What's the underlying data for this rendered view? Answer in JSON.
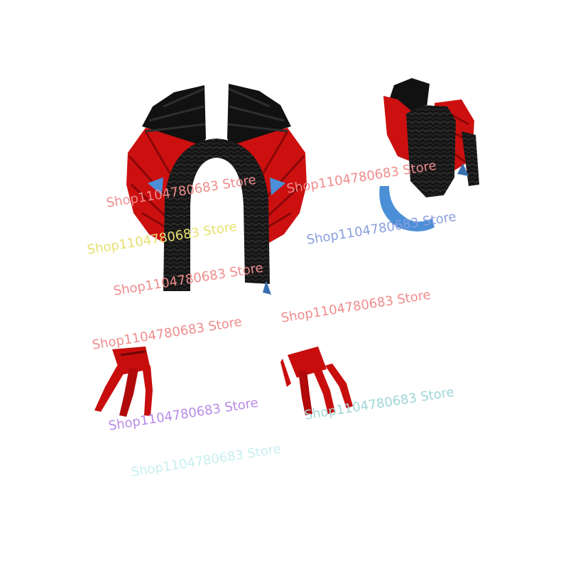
{
  "product": {
    "parts": [
      {
        "name": "hair-piece-front",
        "colors": {
          "hair": "#151515",
          "fan": "#cc1010",
          "fan_dark": "#111111",
          "ear": "#4b8fd6"
        }
      },
      {
        "name": "hair-piece-side",
        "colors": {
          "hair": "#151515",
          "fan": "#cc1010",
          "ear": "#4b8fd6"
        }
      },
      {
        "name": "claw-hand-left",
        "colors": {
          "claw": "#c80d0d"
        }
      },
      {
        "name": "claw-hand-right",
        "colors": {
          "claw": "#c80d0d"
        }
      }
    ]
  },
  "watermarks": [
    {
      "text": "Shop1104780683 Store",
      "color": "#f08c8c"
    },
    {
      "text": "Shop1104780683 Store",
      "color": "#f08c8c"
    },
    {
      "text": "Shop1104780683 Store",
      "color": "#e8e070"
    },
    {
      "text": "Shop1104780683 Store",
      "color": "#8a9ee0"
    },
    {
      "text": "Shop1104780683 Store",
      "color": "#f08c8c"
    },
    {
      "text": "Shop1104780683 Store",
      "color": "#f08c8c"
    },
    {
      "text": "Shop1104780683 Store",
      "color": "#f08c8c"
    },
    {
      "text": "Shop1104780683 Store",
      "color": "#b88ae6"
    },
    {
      "text": "Shop1104780683 Store",
      "color": "#9fd6d6"
    },
    {
      "text": "Shop1104780683 Store",
      "color": "#c8eef0"
    }
  ]
}
